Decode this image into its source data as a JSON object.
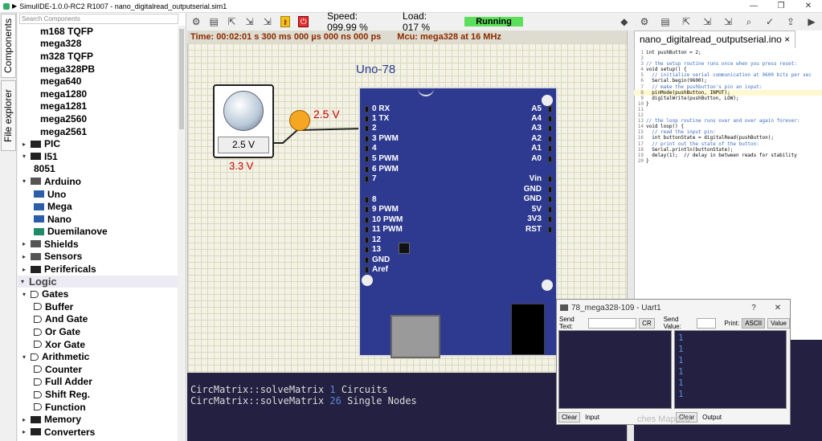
{
  "window": {
    "title": "SimulIDE-1.0.0-RC2 R1007 - nano_digitalread_outputserial.sim1",
    "minimize": "—",
    "maximize": "❐",
    "close": "✕"
  },
  "vtabs": [
    "Components",
    "File explorer"
  ],
  "sidebar": {
    "search_placeholder": "Search Components",
    "items": [
      {
        "label": "m168 TQFP",
        "level": 3
      },
      {
        "label": "mega328",
        "level": 3
      },
      {
        "label": "m328 TQFP",
        "level": 3
      },
      {
        "label": "mega328PB",
        "level": 3
      },
      {
        "label": "mega640",
        "level": 3
      },
      {
        "label": "mega1280",
        "level": 3
      },
      {
        "label": "mega1281",
        "level": 3
      },
      {
        "label": "mega2560",
        "level": 3
      },
      {
        "label": "mega2561",
        "level": 3
      },
      {
        "label": "PIC",
        "level": 1,
        "arrow": "▸",
        "icon": "chip"
      },
      {
        "label": "I51",
        "level": 1,
        "arrow": "▾",
        "icon": "chip"
      },
      {
        "label": "8051",
        "level": 2
      },
      {
        "label": "Arduino",
        "level": 1,
        "arrow": "▾",
        "icon": "board"
      },
      {
        "label": "Uno",
        "level": 2,
        "icon": "arduino"
      },
      {
        "label": "Mega",
        "level": 2,
        "icon": "arduino"
      },
      {
        "label": "Nano",
        "level": 2,
        "icon": "arduino"
      },
      {
        "label": "Duemilanove",
        "level": 2,
        "icon": "arduino-green"
      },
      {
        "label": "Shields",
        "level": 1,
        "arrow": "▸",
        "icon": "board"
      },
      {
        "label": "Sensors",
        "level": 1,
        "arrow": "▸",
        "icon": "sensor"
      },
      {
        "label": "Perifericals",
        "level": 1,
        "arrow": "▸",
        "icon": "chip"
      },
      {
        "label": "Logic",
        "level": 0,
        "arrow": "▾",
        "highlight": true
      },
      {
        "label": "Gates",
        "level": 1,
        "arrow": "▾",
        "icon": "gate"
      },
      {
        "label": "Buffer",
        "level": 2,
        "icon": "gate"
      },
      {
        "label": "And Gate",
        "level": 2,
        "icon": "gate"
      },
      {
        "label": "Or Gate",
        "level": 2,
        "icon": "gate"
      },
      {
        "label": "Xor Gate",
        "level": 2,
        "icon": "gate"
      },
      {
        "label": "Arithmetic",
        "level": 1,
        "arrow": "▾",
        "icon": "gate"
      },
      {
        "label": "Counter",
        "level": 2,
        "icon": "gate"
      },
      {
        "label": "Full Adder",
        "level": 2,
        "icon": "gate"
      },
      {
        "label": "Shift Reg.",
        "level": 2,
        "icon": "gate"
      },
      {
        "label": "Function",
        "level": 2,
        "icon": "gate"
      },
      {
        "label": "Memory",
        "level": 1,
        "arrow": "▸",
        "icon": "chip"
      },
      {
        "label": "Converters",
        "level": 1,
        "arrow": "▸",
        "icon": "chip"
      }
    ]
  },
  "toolbar": {
    "speed": "Speed: 099.99 %",
    "load": "Load: 017 %",
    "status": "Running"
  },
  "infobar": {
    "time": "Time: 00:02:01 s  300 ms  000 µs  000 ns  000 ps",
    "mcu": "Mcu: mega328 at 16 MHz"
  },
  "circuit": {
    "board_label": "Uno-78",
    "knob_value": "2.5 V",
    "knob_label": "3.3 V",
    "probe_label": "2.5 V",
    "left_pins": [
      "0 RX",
      "1 TX",
      "2",
      "3 PWM",
      "4",
      "5 PWM",
      "6 PWM",
      "7",
      "8",
      "9 PWM",
      "10 PWM",
      "11 PWM",
      "12",
      "13",
      "GND",
      "Aref"
    ],
    "right_pins": [
      "A5",
      "A4",
      "A3",
      "A2",
      "A1",
      "A0",
      "Vin",
      "GND",
      "GND",
      "5V",
      "3V3",
      "RST"
    ]
  },
  "console": {
    "lines": [
      {
        "pre": "CircMatrix::solveMatrix ",
        "num": "1",
        "post": " Circuits"
      },
      {
        "pre": "CircMatrix::solveMatrix ",
        "num": "26",
        "post": " Single Nodes"
      }
    ]
  },
  "editor": {
    "tab": "nano_digitalread_outputserial.ino",
    "close": "×",
    "lines": [
      "int pushButton = 2;",
      "",
      "// the setup routine runs once when you press reset:",
      "void setup() {",
      "  // initialize serial communication at 9600 bits per sec",
      "  Serial.begin(9600);",
      "  // make the pushbutton's pin an input:",
      "  pinMode(pushButton, INPUT);",
      "  digitalWrite(pushButton, LOW);",
      "}",
      "",
      "",
      "// the loop routine runs over and over again forever:",
      "void loop() {",
      "  // read the input pin:",
      "  int buttonState = digitalRead(pushButton);",
      "  // print out the state of the button:",
      "  Serial.println(buttonState);",
      "  delay(1);  // delay in between reads for stability",
      "}"
    ],
    "current_line": 8
  },
  "uart": {
    "title": "78_mega328-109 - Uart1",
    "help": "?",
    "close": "✕",
    "send_text": "Send Text:",
    "cr": "CR",
    "send_value": "Send Value:",
    "print": "Print:",
    "ascii": "ASCII",
    "value": "Value",
    "output_values": [
      "1",
      "1",
      "1",
      "1",
      "1",
      "1"
    ],
    "clear_in": "Clear",
    "input": "Input",
    "clear_out": "Clear",
    "output": "Output",
    "bottom_text": "ches Mapped"
  }
}
